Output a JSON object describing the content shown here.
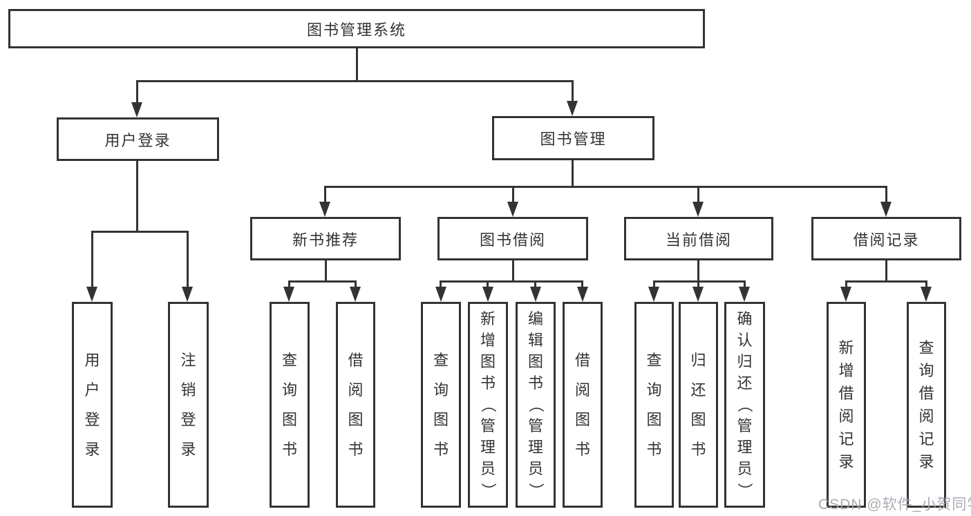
{
  "nodes": {
    "root": {
      "label": "图书管理系统"
    },
    "user_login": {
      "label": "用户登录"
    },
    "book_mgmt": {
      "label": "图书管理"
    },
    "new_books": {
      "label": "新书推荐"
    },
    "book_borrow": {
      "label": "图书借阅"
    },
    "current_borrow": {
      "label": "当前借阅"
    },
    "borrow_records": {
      "label": "借阅记录"
    },
    "leaf_user_login": {
      "label": "用户登录"
    },
    "leaf_logout": {
      "label": "注销登录"
    },
    "leaf_nb_query": {
      "label": "查询图书"
    },
    "leaf_nb_borrow": {
      "label": "借阅图书"
    },
    "leaf_bb_query": {
      "label": "查询图书"
    },
    "leaf_bb_add": {
      "label": "新增图书（管理员）"
    },
    "leaf_bb_edit": {
      "label": "编辑图书（管理员）"
    },
    "leaf_bb_borrow": {
      "label": "借阅图书"
    },
    "leaf_cb_query": {
      "label": "查询图书"
    },
    "leaf_cb_return": {
      "label": "归还图书"
    },
    "leaf_cb_confirm": {
      "label": "确认归还（管理员）"
    },
    "leaf_br_add": {
      "label": "新增借阅记录"
    },
    "leaf_br_query": {
      "label": "查询借阅记录"
    }
  },
  "colors": {
    "line": "#333333",
    "watermark": "#a5a5af"
  },
  "watermark": {
    "text": "CSDN @软件_小贺同学"
  }
}
